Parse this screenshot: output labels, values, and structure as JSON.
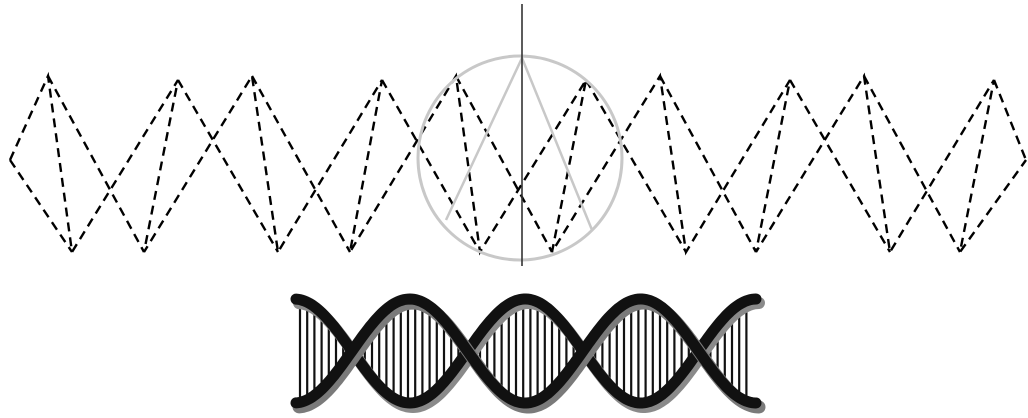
{
  "figure": {
    "top_panel": {
      "pattern": "dashed-double-zigzag",
      "overlay": [
        "circle",
        "triangle",
        "vertical-axis"
      ]
    },
    "bottom_panel": {
      "pattern": "double-helix",
      "turns": 4
    },
    "colors": {
      "ink": "#000000",
      "guide": "#c8c8c8",
      "strand_shadow": "#7a7a7a",
      "background": "#ffffff"
    }
  }
}
